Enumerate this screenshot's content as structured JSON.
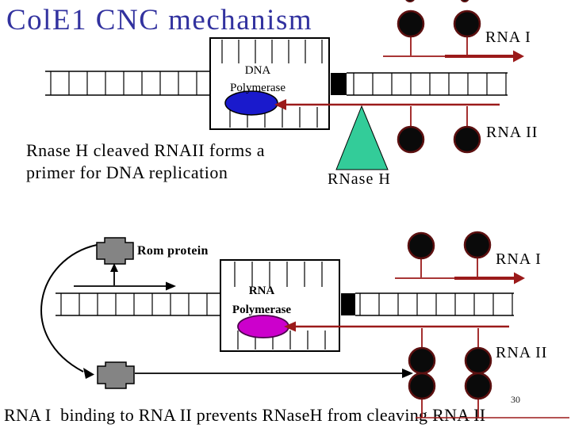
{
  "title": "ColE1 CNC mechanism",
  "colors": {
    "title": "#32329F",
    "rna_line_red": "#9B1A1A",
    "dna_polymerase_fill": "#1A1ACC",
    "rna_polymerase_fill": "#CC00CC",
    "rnase_h_fill": "#33CC99",
    "rom_protein_fill": "#848484",
    "stem_loop_fill": "#0A0A0A"
  },
  "top_diagram": {
    "polymerase_box": {
      "line1": "DNA",
      "line2": "Polymerase"
    },
    "rna1_label": "RNA I",
    "rna2_label": "RNA II",
    "rnase_h_label": "RNase H",
    "caption_line1": "Rnase H cleaved RNAII forms a",
    "caption_line2": "primer for DNA replication"
  },
  "bottom_diagram": {
    "rom_protein_label": "Rom protein",
    "polymerase_box": {
      "line1": "RNA",
      "line2": "Polymerase"
    },
    "rna1_label": "RNA I",
    "rna2_label": "RNA II"
  },
  "footer": {
    "caption": "RNA I  binding to RNA II prevents RNaseH from cleaving RNA II",
    "page_number": "30"
  }
}
